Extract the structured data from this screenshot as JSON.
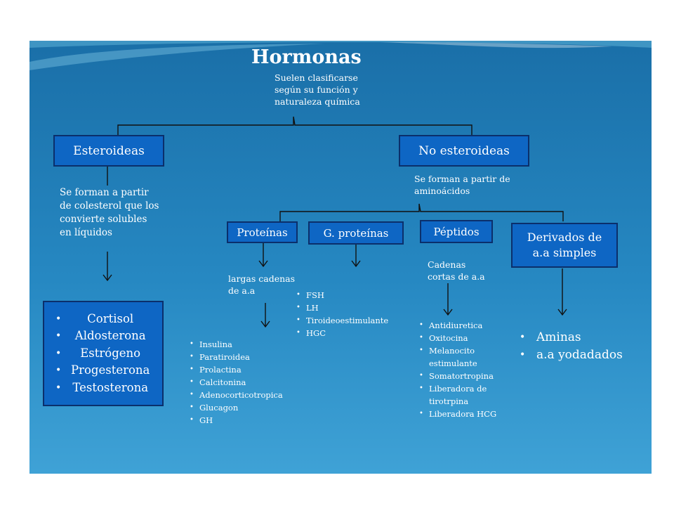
{
  "title": "Hormonas",
  "subtitle": [
    "Suelen clasificarse",
    "según su función y",
    "naturaleza química"
  ],
  "esteroideas": {
    "label": "Esteroideas",
    "description": [
      "Se forman a partir",
      "de colesterol que los",
      "convierte solubles",
      "en líquidos"
    ],
    "items": [
      "Cortisol",
      "Aldosterona",
      "Estrógeno",
      "Progesterona",
      "Testosterona"
    ]
  },
  "no_esteroideas": {
    "label": "No esteroideas",
    "description": [
      "Se forman a partir de",
      "aminoácidos"
    ]
  },
  "proteinas": {
    "label": "Proteínas",
    "description": [
      "largas cadenas",
      "de a.a"
    ],
    "items": [
      "Insulina",
      "Paratiroidea",
      "Prolactina",
      "Calcitonina",
      "Adenocorticotropica",
      "Glucagon",
      "GH"
    ]
  },
  "g_proteinas": {
    "label": "G. proteínas",
    "items": [
      "FSH",
      "LH",
      "Tiroideoestimulante",
      "HGC"
    ]
  },
  "peptidos": {
    "label": "Péptidos",
    "description": [
      "Cadenas",
      "cortas de a.a"
    ],
    "items": [
      "Antidiuretica",
      "Oxitocina",
      "Melanocito estimulante",
      "Somatortropina",
      "Liberadora de tirotrpina",
      "Liberadora HCG"
    ]
  },
  "derivados": {
    "label": [
      "Derivados de",
      "a.a simples"
    ],
    "items": [
      "Aminas",
      "a.a yodadados"
    ]
  },
  "colors": {
    "box_fill": "#0e66c4",
    "box_border": "#0b2f6b",
    "background_top": "#1a6fa8",
    "background_bottom": "#3fa2d6"
  }
}
